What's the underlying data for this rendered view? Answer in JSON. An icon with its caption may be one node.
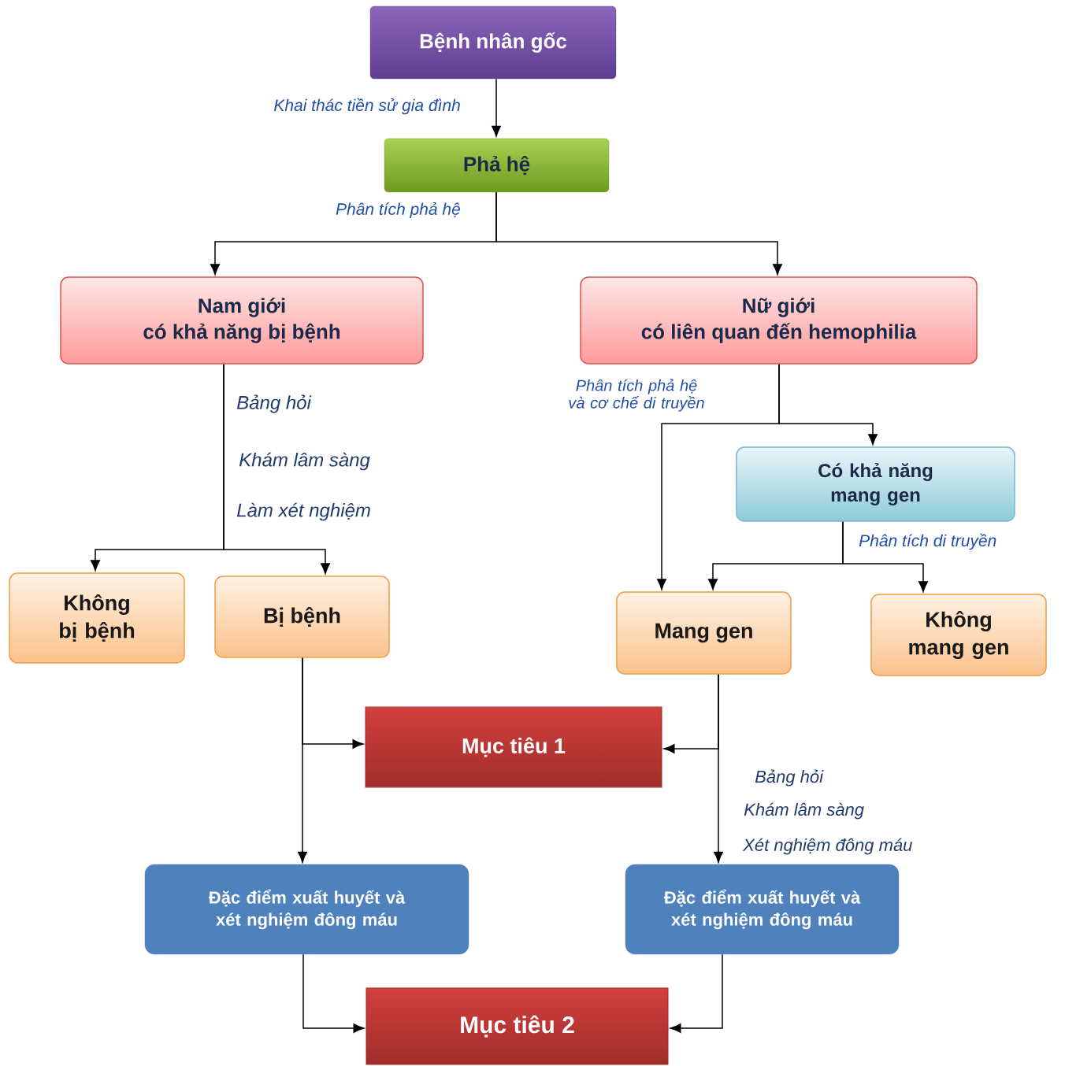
{
  "diagram": {
    "nodes": [
      {
        "text": [
          "Bệnh nhân gốc"
        ]
      },
      {
        "text": [
          "Phả hệ"
        ]
      },
      {
        "text": [
          "Nam giới",
          "có khả năng bị bệnh"
        ]
      },
      {
        "text": [
          "Nữ giới",
          "có liên quan đến hemophilia"
        ]
      },
      {
        "text": [
          "Có khả năng mang gen"
        ]
      },
      {
        "text": [
          "Không bị bệnh"
        ]
      },
      {
        "text": [
          "Bị bệnh"
        ]
      },
      {
        "text": [
          "Mang gen"
        ]
      },
      {
        "text": [
          "Không mang gen"
        ]
      },
      {
        "text": [
          "Mục tiêu 1"
        ]
      },
      {
        "text": [
          "Đặc điểm xuất huyết và xét nghiệm đông máu"
        ]
      },
      {
        "text": [
          "Đặc điểm xuất huyết và xét nghiệm đông máu"
        ]
      },
      {
        "text": [
          "Mục tiêu 2"
        ]
      }
    ],
    "edges": [
      {
        "from": 0,
        "to": 1,
        "arrow": "to",
        "label": "Khai thác tiền sử gia đình"
      },
      {
        "from": 1,
        "to": 2,
        "arrow": "to",
        "label": "Phân tích phả hệ"
      },
      {
        "from": 1,
        "to": 3,
        "arrow": "to"
      },
      {
        "from": 2,
        "to": 5,
        "arrow": "to"
      },
      {
        "from": 2,
        "to": 6,
        "arrow": "to"
      },
      {
        "from": 3,
        "to": 4,
        "arrow": "to"
      },
      {
        "from": 3,
        "to": 7,
        "arrow": "to",
        "label": "Phân tích phả hệ và cơ chế di truyền"
      },
      {
        "from": 4,
        "to": 7,
        "arrow": "to",
        "label": "Phân tích di truyền"
      },
      {
        "from": 4,
        "to": 8,
        "arrow": "to"
      },
      {
        "from": 6,
        "to": 9,
        "arrow": "to"
      },
      {
        "from": 6,
        "to": 10,
        "arrow": "to"
      },
      {
        "from": 7,
        "to": 9,
        "arrow": "to"
      },
      {
        "from": 7,
        "to": 11,
        "arrow": "to"
      },
      {
        "from": 10,
        "to": 12,
        "arrow": "to"
      },
      {
        "from": 11,
        "to": 12,
        "arrow": "to"
      }
    ],
    "labels": [
      "Bảng hỏi",
      "Khám lâm sàng",
      "Làm xét nghiệm",
      "Bảng hỏi",
      "Khám lâm sàng",
      "Xét nghiệm đông máu"
    ]
  }
}
